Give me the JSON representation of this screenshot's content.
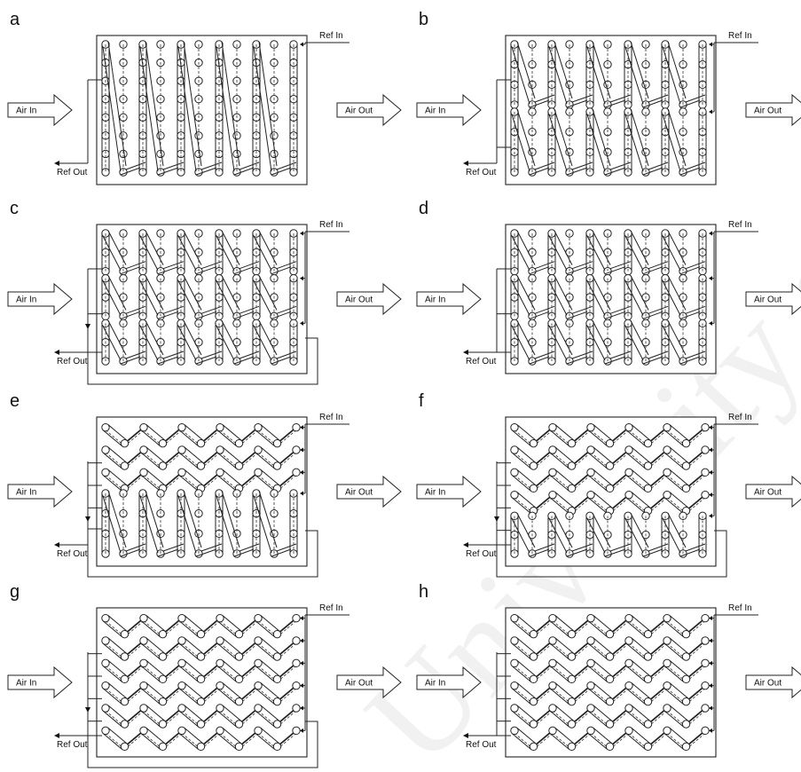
{
  "labels": {
    "air_in": "Air In",
    "air_out": "Air Out",
    "ref_in": "Ref In",
    "ref_out": "Ref Out"
  },
  "watermark": "University of Malaya",
  "panels": [
    {
      "id": "a",
      "label": "a",
      "segments": [
        {
          "mode": "v",
          "rows": 6
        }
      ],
      "entries": 1,
      "exit_side": "left"
    },
    {
      "id": "b",
      "label": "b",
      "segments": [
        {
          "mode": "v",
          "rows": 3
        },
        {
          "mode": "v",
          "rows": 3
        }
      ],
      "entries": 2,
      "exit_side": "left"
    },
    {
      "id": "c",
      "label": "c",
      "segments": [
        {
          "mode": "v",
          "rows": 2
        },
        {
          "mode": "v",
          "rows": 2
        },
        {
          "mode": "v",
          "rows": 2
        }
      ],
      "entries": 3,
      "exit_side": "loop"
    },
    {
      "id": "d",
      "label": "d",
      "segments": [
        {
          "mode": "v",
          "rows": 2
        },
        {
          "mode": "v",
          "rows": 2
        },
        {
          "mode": "v",
          "rows": 2
        }
      ],
      "entries": 3,
      "exit_side": "left"
    },
    {
      "id": "e",
      "label": "e",
      "segments": [
        {
          "mode": "z",
          "rows": 1
        },
        {
          "mode": "z",
          "rows": 1
        },
        {
          "mode": "z",
          "rows": 1
        },
        {
          "mode": "v",
          "rows": 3
        }
      ],
      "entries": 4,
      "exit_side": "loop"
    },
    {
      "id": "f",
      "label": "f",
      "segments": [
        {
          "mode": "z",
          "rows": 1
        },
        {
          "mode": "z",
          "rows": 1
        },
        {
          "mode": "z",
          "rows": 1
        },
        {
          "mode": "z",
          "rows": 1
        },
        {
          "mode": "v",
          "rows": 2
        }
      ],
      "entries": 5,
      "exit_side": "loop"
    },
    {
      "id": "g",
      "label": "g",
      "segments": [
        {
          "mode": "z",
          "rows": 1
        },
        {
          "mode": "z",
          "rows": 1
        },
        {
          "mode": "z",
          "rows": 1
        },
        {
          "mode": "z",
          "rows": 1
        },
        {
          "mode": "z",
          "rows": 1
        },
        {
          "mode": "z",
          "rows": 1
        }
      ],
      "entries": 6,
      "exit_side": "loop"
    },
    {
      "id": "h",
      "label": "h",
      "segments": [
        {
          "mode": "z",
          "rows": 1
        },
        {
          "mode": "z",
          "rows": 1
        },
        {
          "mode": "z",
          "rows": 1
        },
        {
          "mode": "z",
          "rows": 1
        },
        {
          "mode": "z",
          "rows": 1
        },
        {
          "mode": "z",
          "rows": 1
        }
      ],
      "entries": 6,
      "exit_side": "left"
    }
  ]
}
